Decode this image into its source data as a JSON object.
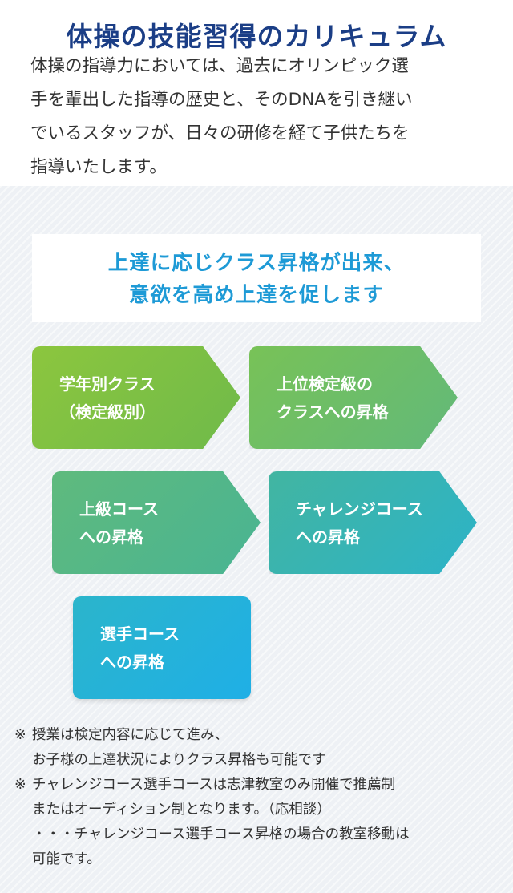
{
  "title": "体操の技能習得のカリキュラム",
  "intro": {
    "lines": [
      "体操の指導力においては、過去にオリンピック選",
      "手を輩出した指導の歴史と、そのDNAを引き継い",
      "でいるスタッフが、日々の研修を経て子供たちを",
      "指導いたします。"
    ]
  },
  "headline": {
    "line1": "上達に応じクラス昇格が出来、",
    "line2": "意欲を高め上達を促します"
  },
  "steps": [
    {
      "line1": "学年別クラス",
      "line2": "（検定級別）",
      "color_start": "#8cc63e",
      "color_end": "#6fba4a"
    },
    {
      "line1": "上位検定級の",
      "line2": "クラスへの昇格",
      "color_start": "#78c257",
      "color_end": "#62b97a"
    },
    {
      "line1": "上級コース",
      "line2": "への昇格",
      "color_start": "#5fba7d",
      "color_end": "#49b493"
    },
    {
      "line1": "チャレンジコース",
      "line2": "への昇格",
      "color_start": "#42b5a1",
      "color_end": "#2cb3c8"
    },
    {
      "line1": "選手コース",
      "line2": "への昇格",
      "color_start": "#2bb5cb",
      "color_end": "#1fafe6"
    }
  ],
  "notes": [
    {
      "mark": "※",
      "lines": [
        "授業は検定内容に応じて進み、",
        "お子様の上達状況によりクラス昇格も可能です"
      ]
    },
    {
      "mark": "※",
      "lines": [
        "チャレンジコース選手コースは志津教室のみ開催で推薦制",
        "またはオーディション制となります。（応相談）",
        "・・・チャレンジコース選手コース昇格の場合の教室移動は",
        "可能です。"
      ]
    }
  ]
}
